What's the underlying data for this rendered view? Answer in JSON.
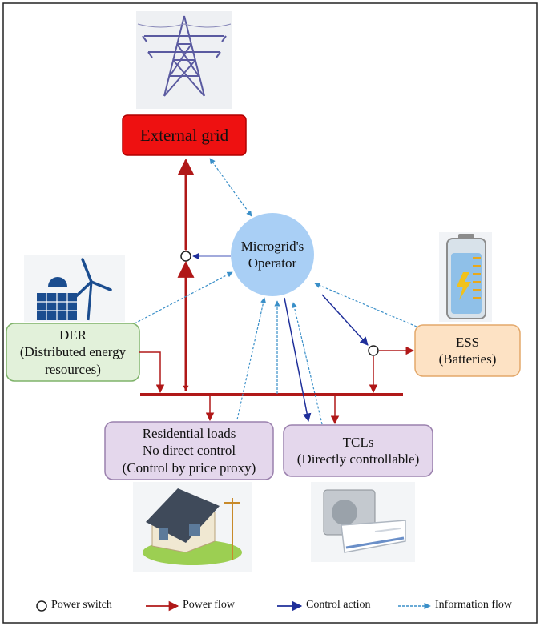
{
  "nodes": {
    "external_grid": "External grid",
    "operator_line1": "Microgrid's",
    "operator_line2": "Operator",
    "der_line1": "DER",
    "der_line2": "(Distributed energy",
    "der_line3": "resources)",
    "ess_line1": "ESS",
    "ess_line2": "(Batteries)",
    "res_line1": "Residential loads",
    "res_line2": "No direct control",
    "res_line3": "(Control by price proxy)",
    "tcl_line1": "TCLs",
    "tcl_line2": "(Directly controllable)"
  },
  "legend": {
    "switch": "Power switch",
    "power": "Power flow",
    "control": "Control action",
    "info": "Information flow"
  },
  "colors": {
    "power": "#b01818",
    "control": "#1f2f9a",
    "info": "#3a8fc8",
    "grid_box": "#ee1111",
    "operator": "#a9cff5",
    "der_box": "#e2f1da",
    "ess_box": "#fde2c4",
    "load_box": "#e4d7ec"
  }
}
